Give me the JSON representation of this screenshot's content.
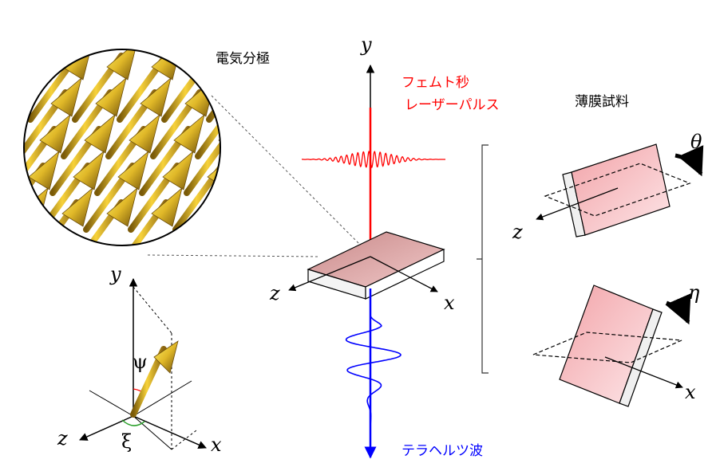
{
  "labels": {
    "dipole": "電気分極",
    "femto_line1": "フェムト秒",
    "femto_line2": "レーザーパルス",
    "thin_film": "薄膜試料",
    "terahertz": "テラヘルツ波"
  },
  "axes": {
    "y": "y",
    "x": "x",
    "z": "z",
    "theta": "θ",
    "eta": "η",
    "psi": "ψ",
    "xi": "ξ"
  },
  "colors": {
    "laser": "#ff0000",
    "terahertz": "#0000ff",
    "sample": "#e8b0b0",
    "arrow_gold": "#d9a520"
  }
}
